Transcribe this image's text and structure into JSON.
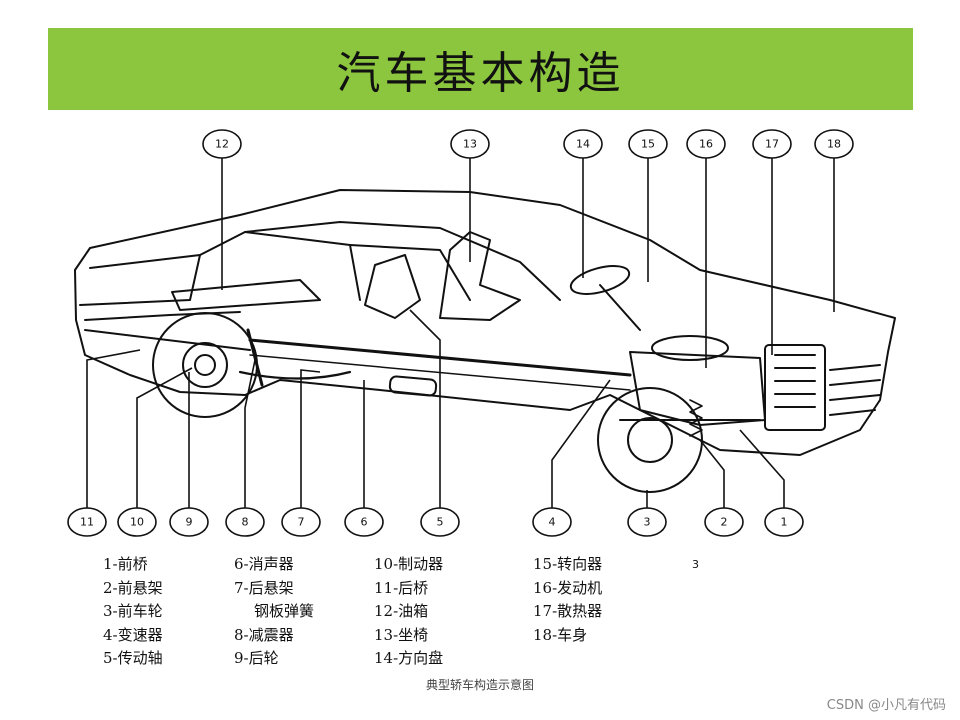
{
  "title": "汽车基本构造",
  "callouts": [
    "1",
    "2",
    "3",
    "4",
    "5",
    "6",
    "7",
    "8",
    "9",
    "10",
    "11",
    "12",
    "13",
    "14",
    "15",
    "16",
    "17",
    "18"
  ],
  "legend": {
    "col1": [
      "1-前桥",
      "2-前悬架",
      "3-前车轮",
      "4-变速器",
      "5-传动轴"
    ],
    "col2": [
      "6-消声器",
      "7-后悬架",
      "钢板弹簧",
      "8-减震器",
      "9-后轮"
    ],
    "col3": [
      "10-制动器",
      "11-后桥",
      "12-油箱",
      "13-坐椅",
      "14-方向盘"
    ],
    "col4": [
      "15-转向器",
      "16-发动机",
      "17-散热器",
      "18-车身"
    ]
  },
  "page_marker": "3",
  "caption": "典型轿车构造示意图",
  "watermark": "CSDN @小凡有代码"
}
